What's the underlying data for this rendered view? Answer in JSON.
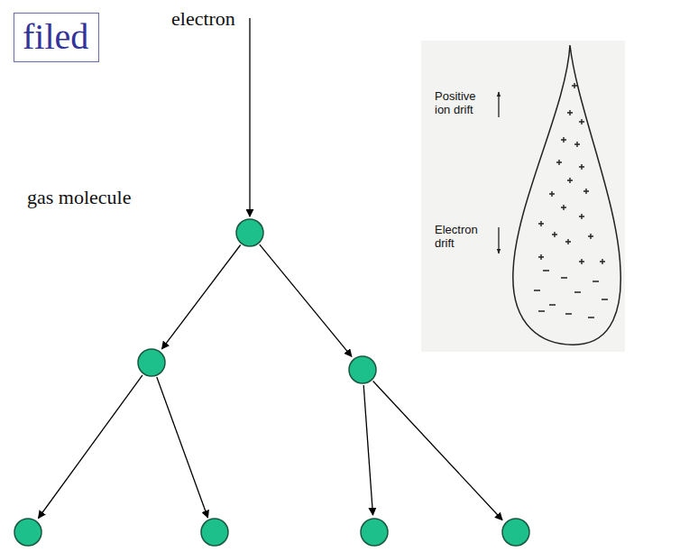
{
  "diagram": {
    "nodes": [
      {
        "text": [
          "filed"
        ]
      }
    ],
    "labels": [
      "electron",
      "gas molecule",
      "Positive ion drift",
      "Electron drift"
    ]
  }
}
